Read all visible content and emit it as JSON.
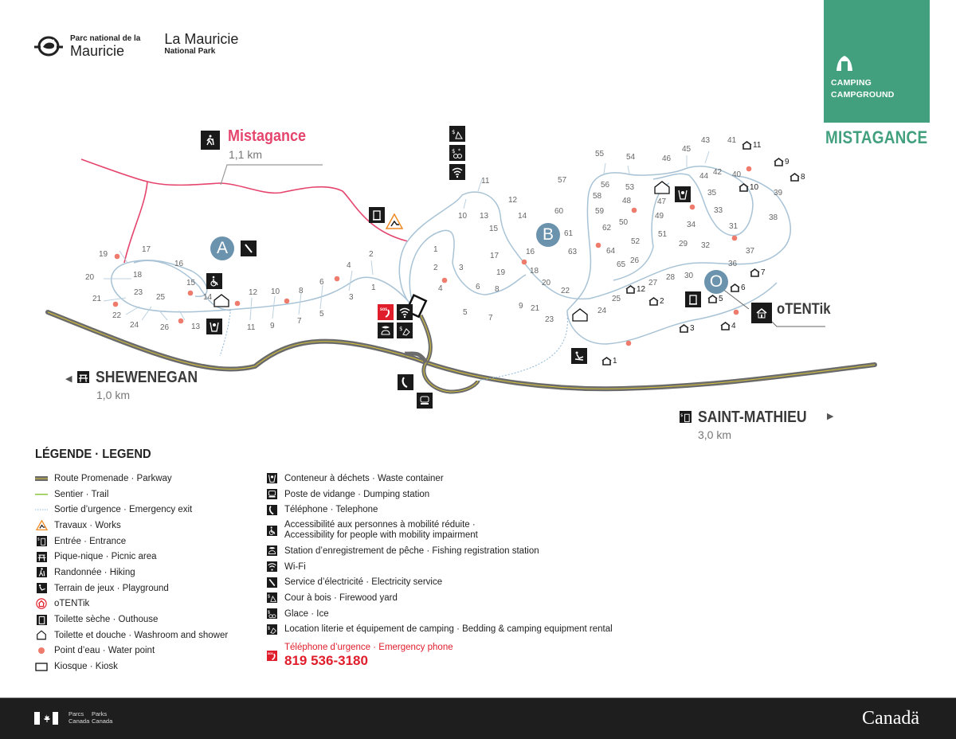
{
  "header": {
    "park_name_fr_small": "Parc national de la",
    "park_name_fr_big": "Mauricie",
    "park_name_en_big": "La Mauricie",
    "park_name_en_small": "National Park"
  },
  "campground_badge": {
    "icon": "tent-icon",
    "line1": "CAMPING",
    "line2": "CAMPGROUND",
    "name": "MISTAGANCE",
    "color": "#42a07f"
  },
  "map": {
    "trail": {
      "icon": "hiking-icon",
      "name": "Mistagance",
      "distance": "1,1 km",
      "color": "#e5456d"
    },
    "destinations": [
      {
        "id": "shewenegan",
        "icon": "picnic-icon",
        "arrow": "◀",
        "name": "SHEWENEGAN",
        "distance": "1,0 km"
      },
      {
        "id": "saint-mathieu",
        "icon": "entrance-icon",
        "arrow": "▶",
        "name": "SAINT-MATHIEU",
        "distance": "3,0 km"
      }
    ],
    "loops": [
      {
        "label": "A"
      },
      {
        "label": "B"
      },
      {
        "label": "O"
      }
    ],
    "otentik_label": "oTENTik",
    "loop_a_sites": [
      "1",
      "2",
      "3",
      "4",
      "5",
      "6",
      "7",
      "8",
      "9",
      "10",
      "11",
      "12",
      "13",
      "14",
      "15",
      "16",
      "17",
      "18",
      "19",
      "20",
      "21",
      "22",
      "23",
      "24",
      "25",
      "26"
    ],
    "loop_b_sites": [
      "1",
      "2",
      "3",
      "4",
      "5",
      "6",
      "7",
      "8",
      "9",
      "10",
      "11",
      "12",
      "13",
      "14",
      "15",
      "16",
      "17",
      "18",
      "19",
      "20",
      "21",
      "22",
      "23",
      "24",
      "25",
      "26",
      "27",
      "28",
      "29",
      "30",
      "31",
      "32",
      "33",
      "34",
      "35",
      "36",
      "37",
      "38",
      "39",
      "40",
      "41",
      "42",
      "43",
      "44",
      "45",
      "46",
      "47",
      "48",
      "49",
      "50",
      "51",
      "52",
      "53",
      "54",
      "55",
      "56",
      "57",
      "58",
      "59",
      "60",
      "61",
      "62",
      "63",
      "64",
      "65"
    ],
    "otentik_sites": [
      "1",
      "2",
      "3",
      "4",
      "5",
      "6",
      "7",
      "8",
      "9",
      "10",
      "11",
      "12"
    ],
    "colors": {
      "road": "#6b6b6b",
      "road_center": "#d8c43a",
      "loop_road": "#a8c3d6",
      "water_point": "#ee7b6b",
      "loop_badge": "#6b93ad",
      "emergency": "#e01d2b"
    }
  },
  "legend": {
    "title": "LÉGENDE · LEGEND",
    "col1": [
      {
        "icon": "parkway-icon",
        "label": "Route Promenade · Parkway"
      },
      {
        "icon": "trail-icon",
        "label": "Sentier · Trail"
      },
      {
        "icon": "emergency-exit-icon",
        "label": "Sortie d’urgence · Emergency exit"
      },
      {
        "icon": "works-icon",
        "label": "Travaux · Works"
      },
      {
        "icon": "entrance-icon",
        "label": "Entrée · Entrance"
      },
      {
        "icon": "picnic-icon",
        "label": "Pique-nique · Picnic area"
      },
      {
        "icon": "hiking-icon",
        "label": "Randonnée · Hiking"
      },
      {
        "icon": "playground-icon",
        "label": "Terrain de jeux · Playground"
      },
      {
        "icon": "otentik-icon",
        "label": "oTENTik"
      },
      {
        "icon": "outhouse-icon",
        "label": "Toilette sèche · Outhouse"
      },
      {
        "icon": "washroom-icon",
        "label": "Toilette et douche · Washroom and shower"
      },
      {
        "icon": "water-point-icon",
        "label": "Point d’eau · Water point"
      },
      {
        "icon": "kiosk-icon",
        "label": "Kiosque · Kiosk"
      }
    ],
    "col2": [
      {
        "icon": "waste-container-icon",
        "label": "Conteneur à déchets · Waste container"
      },
      {
        "icon": "dumping-station-icon",
        "label": "Poste de vidange · Dumping station"
      },
      {
        "icon": "telephone-icon",
        "label": "Téléphone · Telephone"
      },
      {
        "icon": "accessibility-icon",
        "label": "Accessibilité aux personnes à mobilité réduite ·",
        "label2": "Accessibility for people with mobility impairment"
      },
      {
        "icon": "fishing-registration-icon",
        "label": "Station d’enregistrement de pêche · Fishing registration station"
      },
      {
        "icon": "wifi-icon",
        "label": "Wi-Fi"
      },
      {
        "icon": "electricity-icon",
        "label": "Service d’électricité · Electricity service"
      },
      {
        "icon": "firewood-icon",
        "label": "Cour à bois · Firewood yard"
      },
      {
        "icon": "ice-icon",
        "label": "Glace · Ice"
      },
      {
        "icon": "equipment-rental-icon",
        "label": "Location literie et équipement de camping · Bedding & camping equipment rental"
      }
    ],
    "emergency": {
      "icon": "emergency-phone-icon",
      "label": "Téléphone d’urgence · Emergency phone",
      "number": "819 536-3180"
    }
  },
  "footer": {
    "parcs": "Parcs",
    "canada1": "Canada",
    "parks": "Parks",
    "canada2": "Canada",
    "wordmark": "Canadä"
  }
}
